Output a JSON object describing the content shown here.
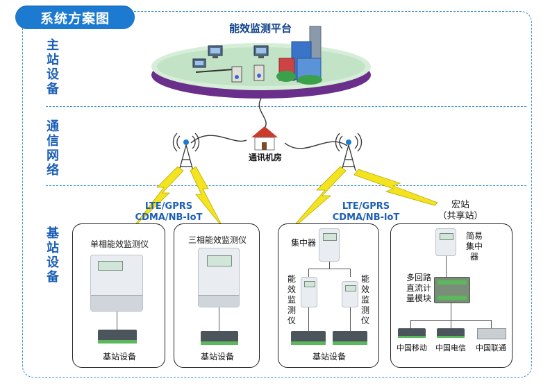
{
  "title": "系统方案图",
  "sections": {
    "master": "主站设备",
    "comm": "通信网络",
    "base": "基站设备"
  },
  "platform": {
    "title": "能效监测平台"
  },
  "comm_room": "通讯机房",
  "network_left": {
    "line1": "LTE/GPRS",
    "line2": "CDMA/NB-IoT"
  },
  "network_right": {
    "line1": "LTE/GPRS",
    "line2": "CDMA/NB-loT"
  },
  "macro_station": {
    "line1": "宏站",
    "line2": "（共享站）"
  },
  "boxes": {
    "box1": {
      "device": "单相能效监测仪",
      "footer": "基站设备"
    },
    "box2": {
      "device": "三相能效监测仪",
      "footer": "基站设备"
    },
    "box3": {
      "concentrator": "集中器",
      "monitor_left": "能效监测仪",
      "monitor_right": "能效监测仪",
      "footer": "基站设备"
    },
    "box4": {
      "concentrator": "简易集中器",
      "module": "多回路直流计量模块",
      "carriers": [
        "中国移动",
        "中国电信",
        "中国联通"
      ]
    }
  },
  "colors": {
    "accent": "#1c7ad0",
    "label": "#1c5fb6",
    "dash": "#3a8fd0",
    "bolt": "#f0e020",
    "platform": "#cfe8d2"
  }
}
